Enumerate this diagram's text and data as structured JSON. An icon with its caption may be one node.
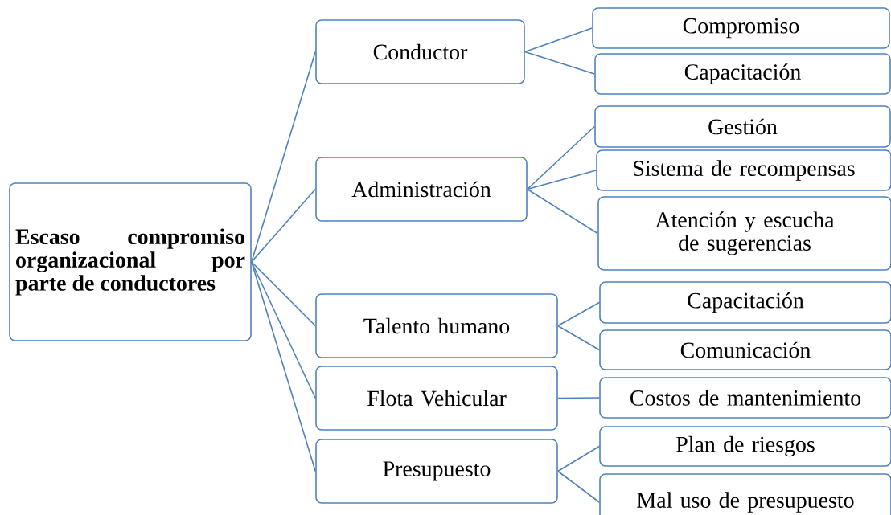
{
  "diagram": {
    "nodes": [
      {
        "text": [
          "Escaso compromiso organizacional por parte de conductores"
        ]
      },
      {
        "text": [
          "Conductor"
        ]
      },
      {
        "text": [
          "Compromiso"
        ]
      },
      {
        "text": [
          "Capacitación"
        ]
      },
      {
        "text": [
          "Administración"
        ]
      },
      {
        "text": [
          "Gestión"
        ]
      },
      {
        "text": [
          "Sistema de recompensas"
        ]
      },
      {
        "text": [
          "Atención y escucha de sugerencias"
        ]
      },
      {
        "text": [
          "Talento humano"
        ]
      },
      {
        "text": [
          "Capacitación"
        ]
      },
      {
        "text": [
          "Comunicación"
        ]
      },
      {
        "text": [
          "Flota Vehicular"
        ]
      },
      {
        "text": [
          "Costos de mantenimiento"
        ]
      },
      {
        "text": [
          "Presupuesto"
        ]
      },
      {
        "text": [
          "Plan de riesgos"
        ]
      },
      {
        "text": [
          "Mal uso de presupuesto"
        ]
      }
    ],
    "edges": [
      {
        "from": 0,
        "to": 1,
        "arrow": "none"
      },
      {
        "from": 0,
        "to": 4,
        "arrow": "none"
      },
      {
        "from": 0,
        "to": 8,
        "arrow": "none"
      },
      {
        "from": 0,
        "to": 11,
        "arrow": "none"
      },
      {
        "from": 0,
        "to": 13,
        "arrow": "none"
      },
      {
        "from": 1,
        "to": 2,
        "arrow": "none"
      },
      {
        "from": 1,
        "to": 3,
        "arrow": "none"
      },
      {
        "from": 4,
        "to": 5,
        "arrow": "none"
      },
      {
        "from": 4,
        "to": 6,
        "arrow": "none"
      },
      {
        "from": 4,
        "to": 7,
        "arrow": "none"
      },
      {
        "from": 8,
        "to": 9,
        "arrow": "none"
      },
      {
        "from": 8,
        "to": 10,
        "arrow": "none"
      },
      {
        "from": 11,
        "to": 12,
        "arrow": "none"
      },
      {
        "from": 13,
        "to": 14,
        "arrow": "none"
      },
      {
        "from": 13,
        "to": 15,
        "arrow": "none"
      }
    ]
  }
}
